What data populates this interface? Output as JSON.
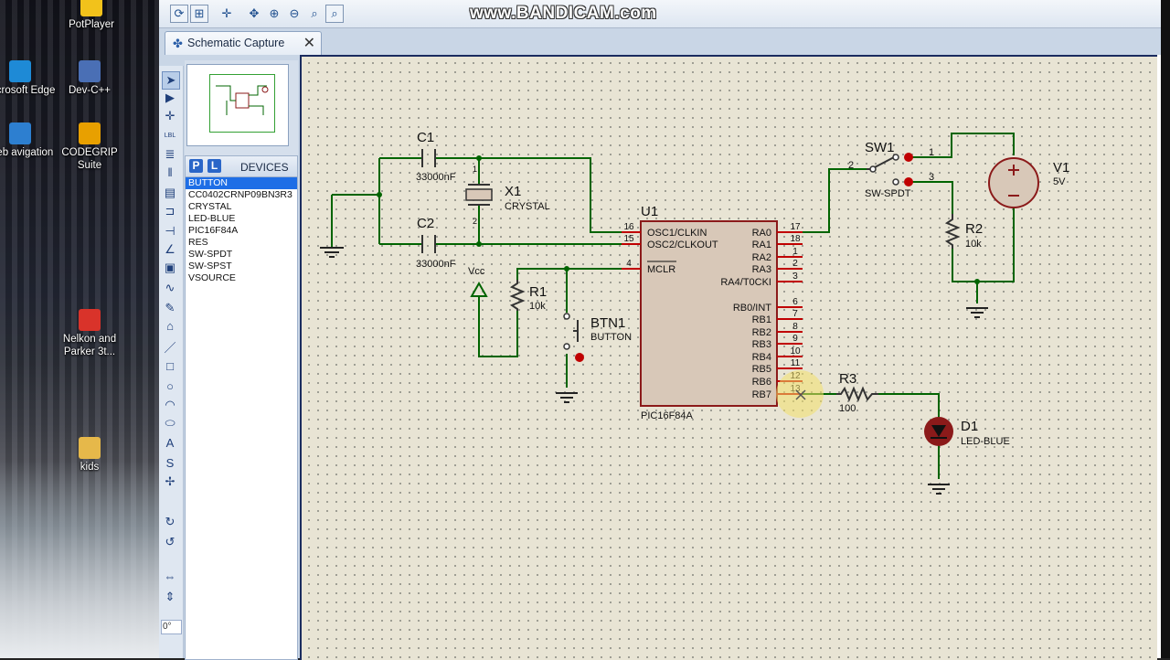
{
  "banner": "www.BANDICAM.com",
  "desktop": {
    "icons": [
      {
        "label": "PotPlayer",
        "color": "#f2c21b"
      },
      {
        "label": "Microsoft Edge",
        "color": "#1e8ad6"
      },
      {
        "label": "Dev-C++",
        "color": "#4a6fb5"
      },
      {
        "label": "Web avigation",
        "color": "#2d7fd0"
      },
      {
        "label": "CODEGRIP Suite",
        "color": "#e8a000"
      },
      {
        "label": "Nelkon and Parker 3t...",
        "color": "#d9332a"
      },
      {
        "label": "kids",
        "color": "#e6b84a"
      }
    ]
  },
  "toolbar": {
    "icons": [
      "refresh-icon",
      "grid-icon",
      "origin-icon",
      "pan-icon",
      "zoom-in-icon",
      "zoom-out-icon",
      "zoom-all-icon",
      "zoom-area-icon"
    ]
  },
  "tab": {
    "label": "Schematic Capture",
    "close": "✕"
  },
  "devices": {
    "p_button": "P",
    "l_button": "L",
    "title": "DEVICES",
    "items": [
      "BUTTON",
      "CC0402CRNP09BN3R3",
      "CRYSTAL",
      "LED-BLUE",
      "PIC16F84A",
      "RES",
      "SW-SPDT",
      "SW-SPST",
      "VSOURCE"
    ],
    "selected_index": 0
  },
  "left_tools": {
    "angle": "0°",
    "icons": [
      "select-icon",
      "component-icon",
      "junction-icon",
      "label-icon",
      "text-script-icon",
      "bus-icon",
      "subcircuit-icon",
      "terminal-icon",
      "pin-icon",
      "graph-icon",
      "tape-icon",
      "generator-icon",
      "probe-icon",
      "instrument-icon",
      "line-icon",
      "box-icon",
      "circle-icon",
      "arc-icon",
      "path-icon",
      "text-icon",
      "symbol-icon",
      "marker-icon",
      "rotate-cw-icon",
      "rotate-ccw-icon",
      "flip-h-icon",
      "flip-v-icon"
    ]
  },
  "schematic": {
    "C1": {
      "ref": "C1",
      "value": "33000nF"
    },
    "C2": {
      "ref": "C2",
      "value": "33000nF"
    },
    "X1": {
      "ref": "X1",
      "value": "CRYSTAL"
    },
    "U1": {
      "ref": "U1",
      "part": "PIC16F84A"
    },
    "R1": {
      "ref": "R1",
      "value": "10k"
    },
    "R2": {
      "ref": "R2",
      "value": "10k"
    },
    "R3": {
      "ref": "R3",
      "value": "100"
    },
    "BTN1": {
      "ref": "BTN1",
      "value": "BUTTON"
    },
    "SW1": {
      "ref": "SW1",
      "value": "SW-SPDT"
    },
    "V1": {
      "ref": "V1",
      "value": "5V"
    },
    "D1": {
      "ref": "D1",
      "value": "LED-BLUE"
    },
    "vcc": "Vcc",
    "left_pins": [
      {
        "name": "OSC1/CLKIN",
        "num": "16"
      },
      {
        "name": "OSC2/CLKOUT",
        "num": "15"
      },
      {
        "name": "MCLR",
        "num": "4"
      }
    ],
    "right_pins": [
      {
        "name": "RA0",
        "num": "17"
      },
      {
        "name": "RA1",
        "num": "18"
      },
      {
        "name": "RA2",
        "num": "1"
      },
      {
        "name": "RA3",
        "num": "2"
      },
      {
        "name": "RA4/T0CKI",
        "num": "3"
      },
      {
        "name": "RB0/INT",
        "num": "6"
      },
      {
        "name": "RB1",
        "num": "7"
      },
      {
        "name": "RB2",
        "num": "8"
      },
      {
        "name": "RB3",
        "num": "9"
      },
      {
        "name": "RB4",
        "num": "10"
      },
      {
        "name": "RB5",
        "num": "11"
      },
      {
        "name": "RB6",
        "num": "12"
      },
      {
        "name": "RB7",
        "num": "13"
      }
    ],
    "pin_labels": {
      "x1_top": "1",
      "x1_bottom": "2",
      "sw1_p1": "1",
      "sw1_p2": "2",
      "sw1_p3": "3"
    },
    "colors": {
      "wire": "#006400",
      "body_fill": "#d8c8b8",
      "body_stroke": "#8b1a1a",
      "pin_red": "#c00000"
    }
  }
}
